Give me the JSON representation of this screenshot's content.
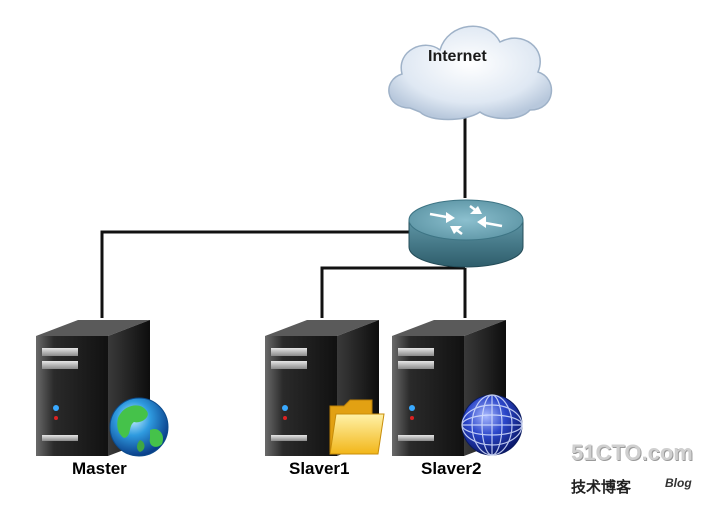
{
  "diagram": {
    "internet": {
      "label": "Internet",
      "icon": "cloud-icon"
    },
    "router": {
      "icon": "router-icon"
    },
    "nodes": [
      {
        "label": "Master",
        "icon": "globe-icon"
      },
      {
        "label": "Slaver1",
        "icon": "folder-icon"
      },
      {
        "label": "Slaver2",
        "icon": "globe-icon"
      }
    ]
  },
  "watermark": {
    "site": "51CTO.com",
    "subtitle": "技术博客",
    "blog": "Blog"
  }
}
